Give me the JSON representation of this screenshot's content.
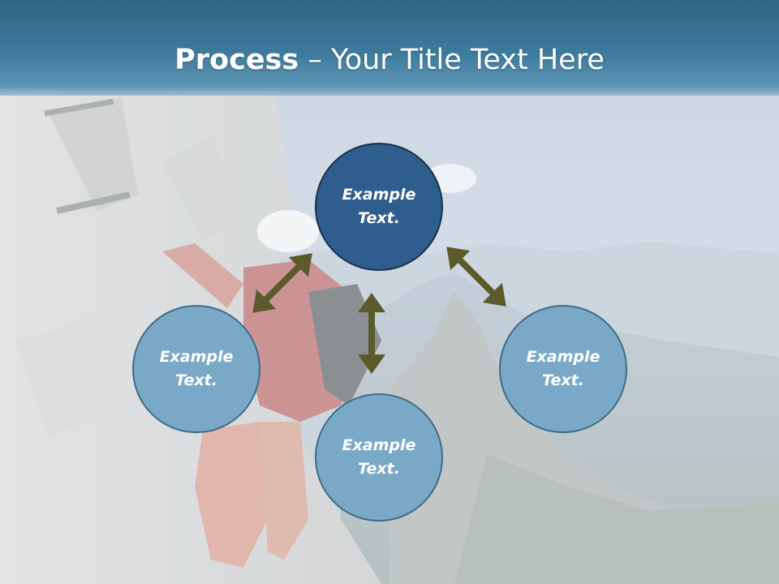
{
  "slide": {
    "title_bold": "Process",
    "title_rest": " – Your Title Text Here"
  },
  "nodes": {
    "top": {
      "label": "Example Text."
    },
    "left": {
      "label": "Example Text."
    },
    "bottom": {
      "label": "Example Text."
    },
    "right": {
      "label": "Example Text."
    }
  },
  "colors": {
    "title_bar": "#3d7a9c",
    "node_light": "#7aa9c8",
    "node_dark": "#2e5e8e",
    "arrow": "#5a5a2a"
  }
}
